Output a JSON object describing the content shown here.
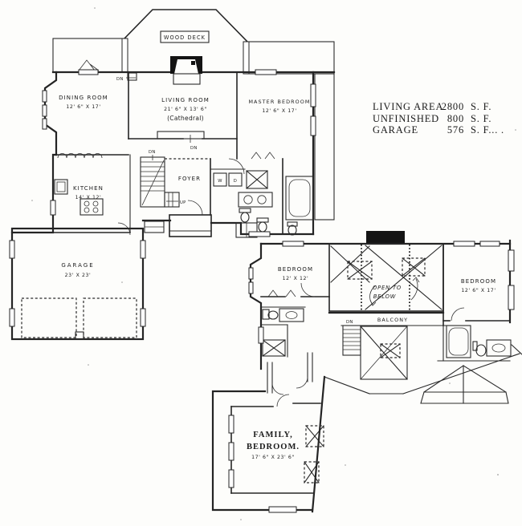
{
  "document": {
    "kind": "scanned floor plan",
    "paper_color": "#fdfdfb",
    "ink_color": "#242424"
  },
  "area_table": {
    "rows": [
      {
        "label": "LIVING AREA",
        "value": "2800",
        "unit": "S. F."
      },
      {
        "label": "UNFINISHED",
        "value": "800",
        "unit": "S. F."
      },
      {
        "label": "GARAGE",
        "value": "576",
        "unit": "S. F... ."
      }
    ]
  },
  "first_floor": {
    "deck_label": "WOOD DECK",
    "dn": "DN",
    "up": "UP",
    "washer": "W",
    "dryer": "D",
    "rooms": {
      "dining": {
        "name": "DINING ROOM",
        "dims": "12' 6\" X 17'"
      },
      "living": {
        "name": "LIVING ROOM",
        "dims": "21' 6\" X 13' 6\"",
        "note": "(Cathedral)"
      },
      "master": {
        "name": "MASTER BEDROOM",
        "dims": "12' 6\" X 17'"
      },
      "kitchen": {
        "name": "KITCHEN",
        "dims": "14' X 12'"
      },
      "foyer": {
        "name": "FOYER"
      },
      "garage": {
        "name": "GARAGE",
        "dims": "23' X 23'"
      }
    }
  },
  "second_floor": {
    "dn": "DN",
    "open_to_below": {
      "line1": "OPEN TO",
      "line2": "BELOW"
    },
    "rooms": {
      "bedroom_left": {
        "name": "BEDROOM",
        "dims": "12' X 12'"
      },
      "bedroom_right": {
        "name": "BEDROOM",
        "dims": "12' 6\" X 17'"
      },
      "balcony": {
        "name": "BALCONY"
      },
      "family_bedroom": {
        "name": "FAMILY,",
        "name2": "BEDROOM.",
        "dims": "17' 6\" X 23' 6\""
      }
    }
  }
}
